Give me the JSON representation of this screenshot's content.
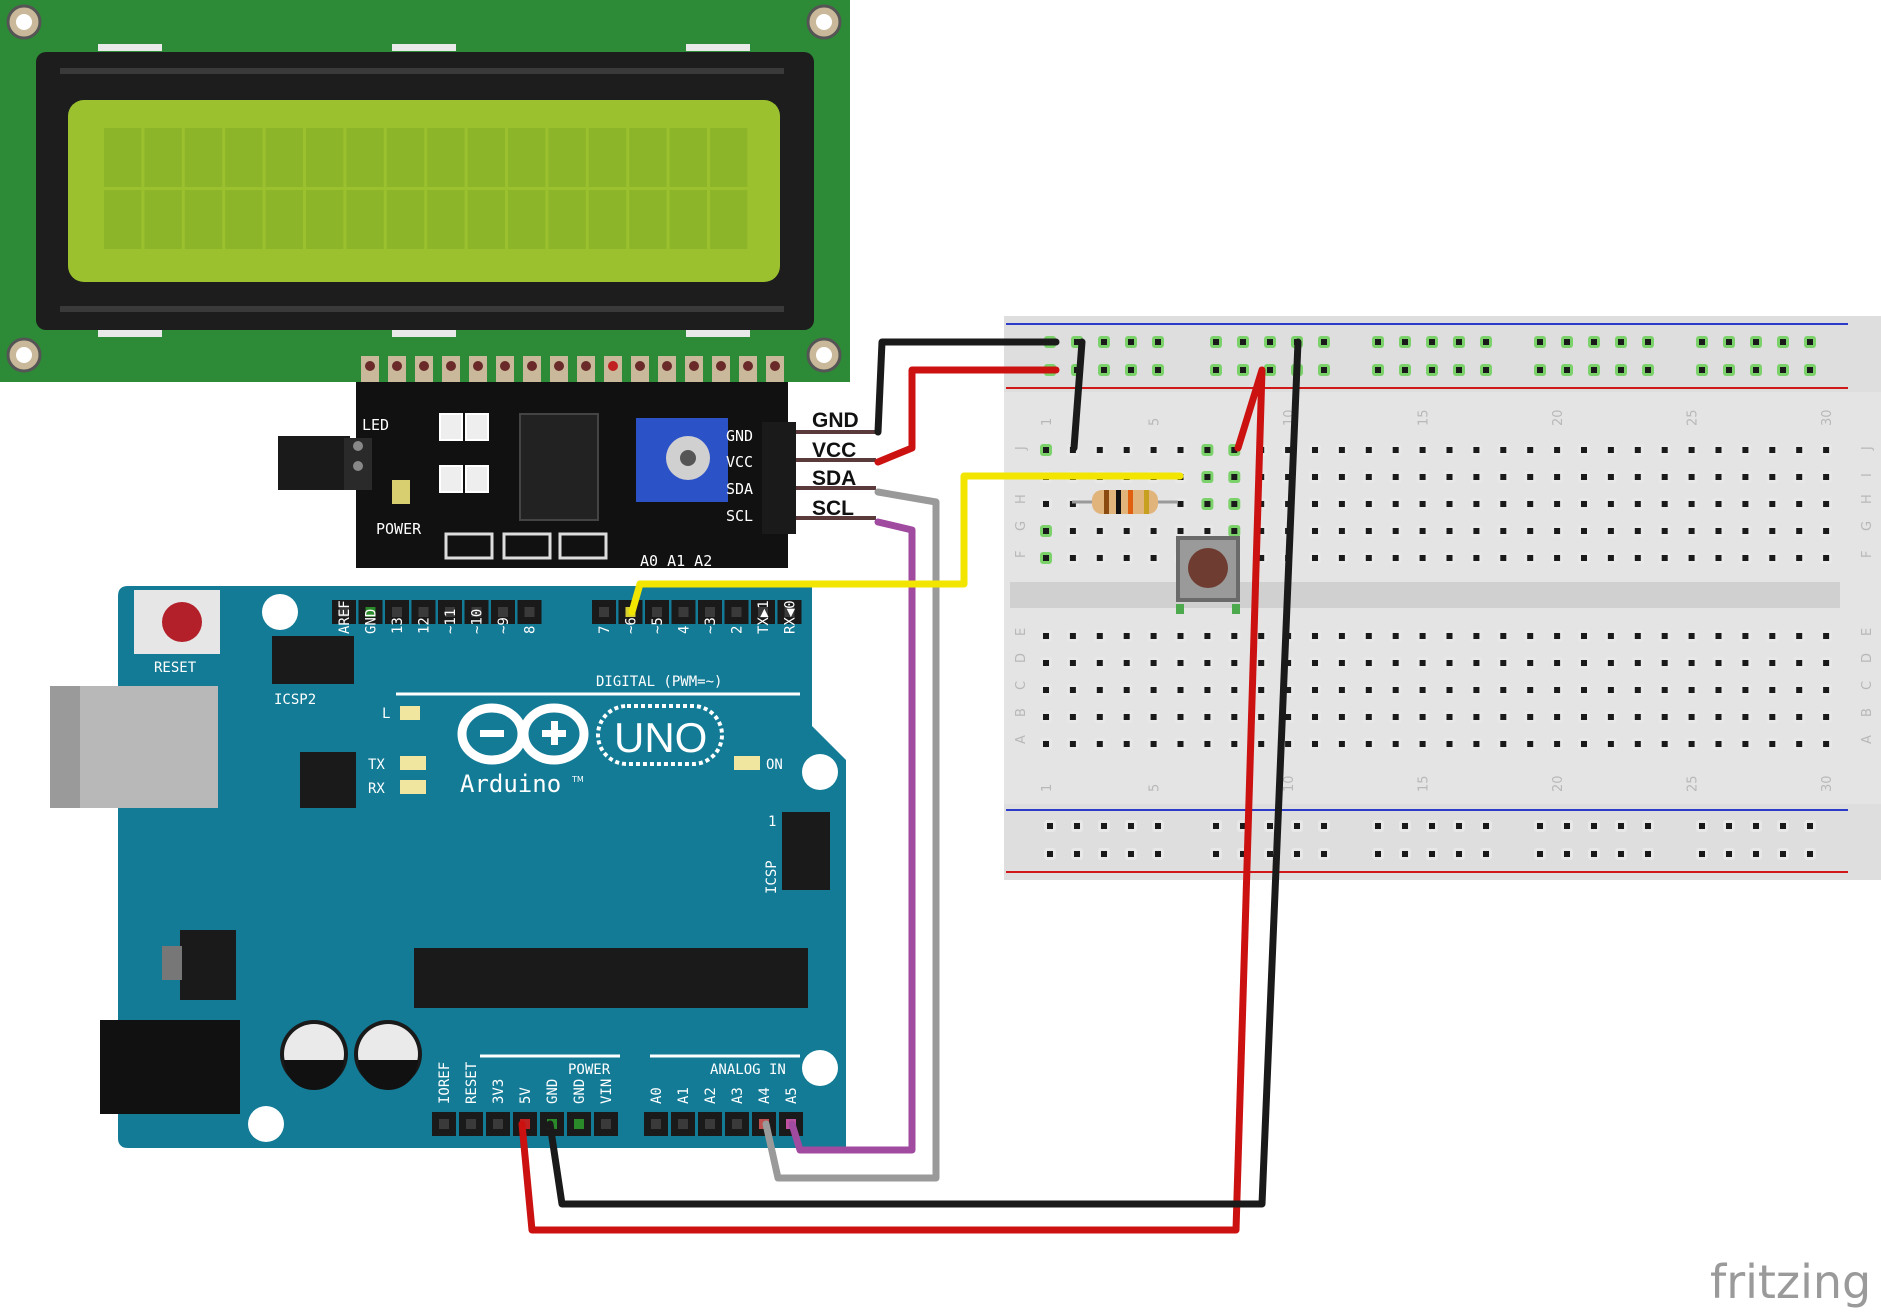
{
  "lcd": {
    "rows": 2,
    "columns": 16
  },
  "i2c_module": {
    "labels": {
      "led": "LED",
      "power": "POWER",
      "addr": "A0 A1 A2"
    },
    "silk": {
      "gnd": "GND",
      "vcc": "VCC",
      "sda": "SDA",
      "scl": "SCL"
    },
    "pins": [
      {
        "key": "gnd",
        "label": "GND"
      },
      {
        "key": "vcc",
        "label": "VCC"
      },
      {
        "key": "sda",
        "label": "SDA"
      },
      {
        "key": "scl",
        "label": "SCL"
      }
    ]
  },
  "arduino": {
    "reset_label": "RESET",
    "icsp2_label": "ICSP2",
    "icsp_label": "ICSP",
    "icsp_pin1": "1",
    "led_l": "L",
    "led_tx": "TX",
    "led_rx": "RX",
    "led_on": "ON",
    "logo_text": "Arduino",
    "model": "UNO",
    "tm": "TM",
    "digital_label": "DIGITAL (PWM=~)",
    "power_label": "POWER",
    "analog_label": "ANALOG IN",
    "digital_pins": [
      "AREF",
      "GND",
      "13",
      "12",
      "~11",
      "~10",
      "~9",
      "8",
      "7",
      "~6",
      "~5",
      "4",
      "~3",
      "2",
      "TX▶1",
      "RX◀0"
    ],
    "power_pins": [
      "IOREF",
      "RESET",
      "3V3",
      "5V",
      "GND",
      "GND",
      "VIN"
    ],
    "analog_pins": [
      "A0",
      "A1",
      "A2",
      "A3",
      "A4",
      "A5"
    ]
  },
  "breadboard": {
    "column_numbers": [
      "1",
      "5",
      "10",
      "15",
      "20",
      "25",
      "30"
    ],
    "row_letters_top": [
      "J",
      "I",
      "H",
      "G",
      "F"
    ],
    "row_letters_bottom": [
      "E",
      "D",
      "C",
      "B",
      "A"
    ]
  },
  "wires": [
    {
      "name": "gnd-module-to-rail",
      "color": "#1a1a1a"
    },
    {
      "name": "vcc-module-to-rail",
      "color": "#cc1111"
    },
    {
      "name": "sda-to-a4",
      "color": "#9a9a9a"
    },
    {
      "name": "scl-to-a5",
      "color": "#a04aa0"
    },
    {
      "name": "button-to-d6",
      "color": "#f2e600"
    },
    {
      "name": "5v-to-breadboard",
      "color": "#cc1111"
    },
    {
      "name": "gnd-to-breadboard",
      "color": "#1a1a1a"
    }
  ],
  "watermark": "fritzing"
}
